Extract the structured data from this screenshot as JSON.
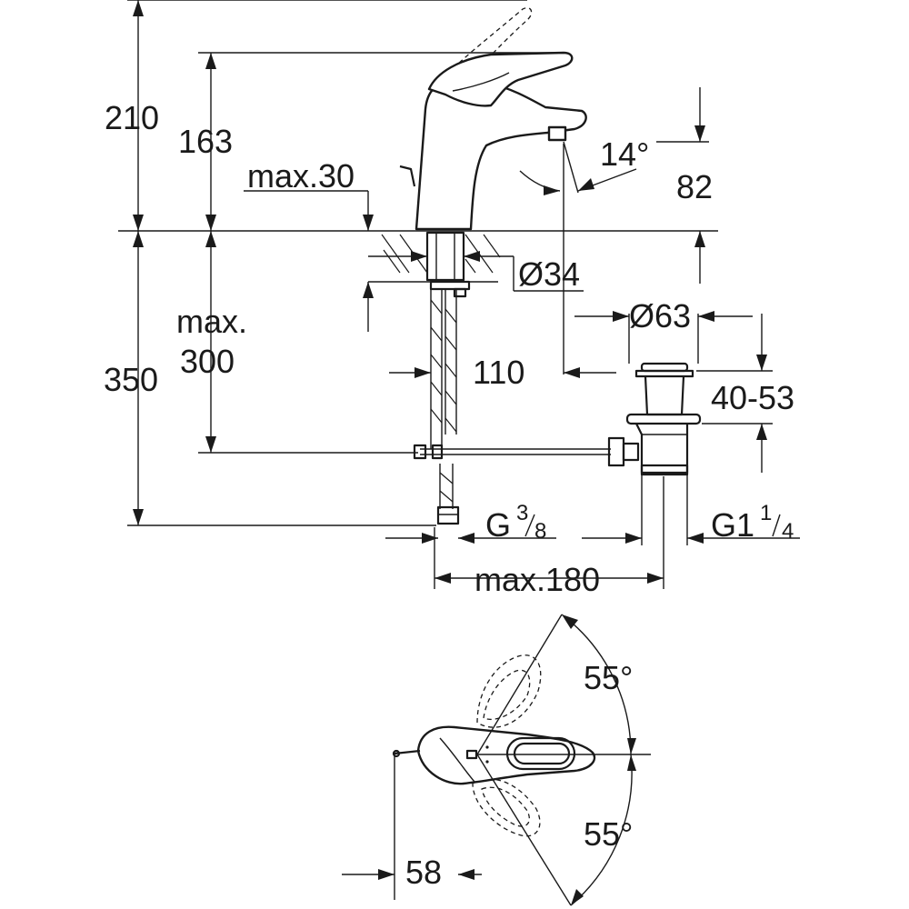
{
  "dimensions": {
    "total_height": "210",
    "spout_height": "163",
    "deck_thickness": "max.30",
    "below_deck": "350",
    "hose_length_line1": "max.",
    "hose_length_line2": "300",
    "angle_spout": "14°",
    "outlet_height": "82",
    "hole_diameter": "Ø34",
    "waste_diameter": "Ø63",
    "projection": "110",
    "waste_range": "40-53",
    "supply_thread_main": "G",
    "supply_thread_num": "3",
    "supply_thread_den": "8",
    "waste_thread_main": "G1",
    "waste_thread_num": "1",
    "waste_thread_den": "4",
    "rod_length": "max.180",
    "lever_rotation_top": "55°",
    "lever_rotation_bottom": "55°",
    "lever_width": "58"
  },
  "colors": {
    "line": "#1a1a1a",
    "background": "#ffffff"
  }
}
